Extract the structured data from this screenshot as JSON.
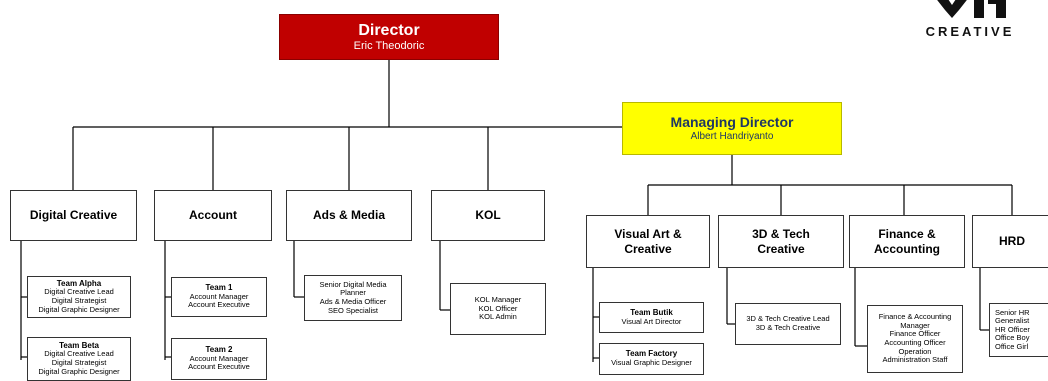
{
  "logo": {
    "word": "CREATIVE"
  },
  "director": {
    "title": "Director",
    "name": "Eric Theodoric"
  },
  "managing_director": {
    "title": "Managing Director",
    "name": "Albert Handriyanto"
  },
  "departments": {
    "digital_creative": "Digital Creative",
    "account": "Account",
    "ads_media": "Ads & Media",
    "kol": "KOL",
    "visual_art": [
      "Visual Art &",
      "Creative"
    ],
    "tech_creative": [
      "3D & Tech",
      "Creative"
    ],
    "finance": [
      "Finance &",
      "Accounting"
    ],
    "hrd": "HRD"
  },
  "teams": {
    "team_alpha": {
      "name": "Team Alpha",
      "roles": [
        "Digital Creative Lead",
        "Digital Strategist",
        "Digital Graphic Designer"
      ]
    },
    "team_beta": {
      "name": "Team Beta",
      "roles": [
        "Digital Creative Lead",
        "Digital Strategist",
        "Digital Graphic Designer"
      ]
    },
    "team_1": {
      "name": "Team 1",
      "roles": [
        "Account Manager",
        "Account Executive"
      ]
    },
    "team_2": {
      "name": "Team 2",
      "roles": [
        "Account Manager",
        "Account Executive"
      ]
    },
    "ads_media_staff": {
      "roles": [
        "Senior Digital Media",
        "Planner",
        "Ads & Media Officer",
        "SEO Specialist"
      ]
    },
    "kol_staff": {
      "roles": [
        "KOL Manager",
        "KOL Officer",
        "KOL Admin"
      ]
    },
    "team_butik": {
      "name": "Team Butik",
      "roles": [
        "Visual Art Director"
      ]
    },
    "team_factory": {
      "name": "Team Factory",
      "roles": [
        "Visual Graphic Designer"
      ]
    },
    "tech_staff": {
      "roles": [
        "3D & Tech Creative Lead",
        "3D & Tech Creative"
      ]
    },
    "finance_staff": {
      "roles": [
        "Finance & Accounting",
        "Manager",
        "Finance Officer",
        "Accounting Officer",
        "Operation",
        "Administration Staff"
      ]
    },
    "hrd_staff": {
      "roles": [
        "Senior HR",
        "Generalist",
        "HR Officer",
        "Office Boy",
        "Office Girl"
      ]
    }
  }
}
